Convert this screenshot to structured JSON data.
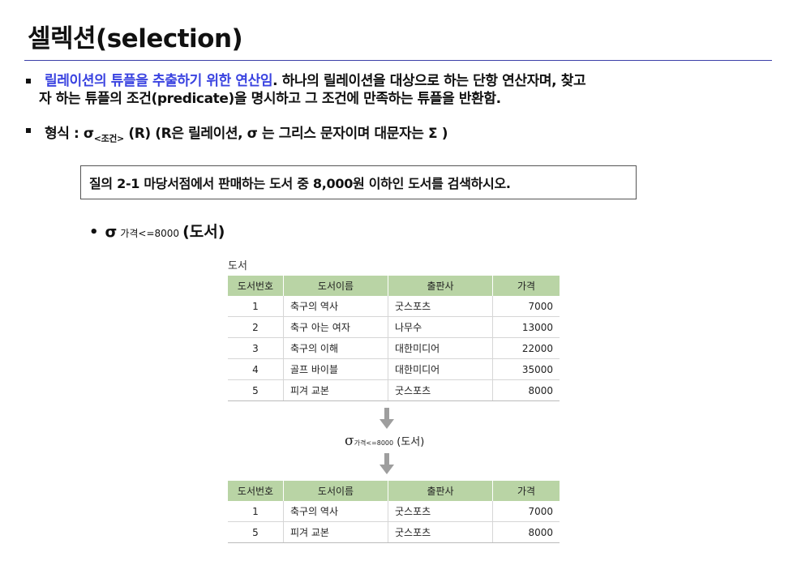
{
  "title": "셀렉션(selection)",
  "bullets": {
    "b1_highlight": "릴레이션의 튜플을 추출하기 위한 연산임",
    "b1_rest": ". 하나의 릴레이션을 대상으로 하는 단항 연산자며, 찾고",
    "b1_line2": "자 하는 튜플의 조건(predicate)을 명시하고 그 조건에 만족하는 튜플을 반환함.",
    "b2_prefix": "형식 : σ",
    "b2_sub": "<조건>",
    "b2_rest": " (R)   (R은 릴레이션, σ 는 그리스 문자이며 대문자는 Σ )"
  },
  "query": {
    "text": "질의 2-1   마당서점에서 판매하는 도서 중 8,000원 이하인 도서를 검색하시오."
  },
  "expression": {
    "sigma": "σ",
    "condition": "가격<=8000",
    "relation": "(도서)"
  },
  "figure": {
    "caption": "도서",
    "headers": [
      "도서번호",
      "도서이름",
      "출판사",
      "가격"
    ],
    "source_rows": [
      [
        "1",
        "축구의 역사",
        "굿스포츠",
        "7000"
      ],
      [
        "2",
        "축구 아는 여자",
        "나무수",
        "13000"
      ],
      [
        "3",
        "축구의 이해",
        "대한미디어",
        "22000"
      ],
      [
        "4",
        "골프 바이블",
        "대한미디어",
        "35000"
      ],
      [
        "5",
        "피겨 교본",
        "굿스포츠",
        "8000"
      ]
    ],
    "operator": {
      "sigma": "σ",
      "condition": "가격<=8000",
      "relation": " (도서)"
    },
    "result_rows": [
      [
        "1",
        "축구의 역사",
        "굿스포츠",
        "7000"
      ],
      [
        "5",
        "피겨 교본",
        "굿스포츠",
        "8000"
      ]
    ],
    "colors": {
      "header_bg": "#b9d4a5",
      "arrow": "#9e9e9e",
      "highlight": "#3a43e0",
      "rule": "#3b3fa8"
    }
  }
}
